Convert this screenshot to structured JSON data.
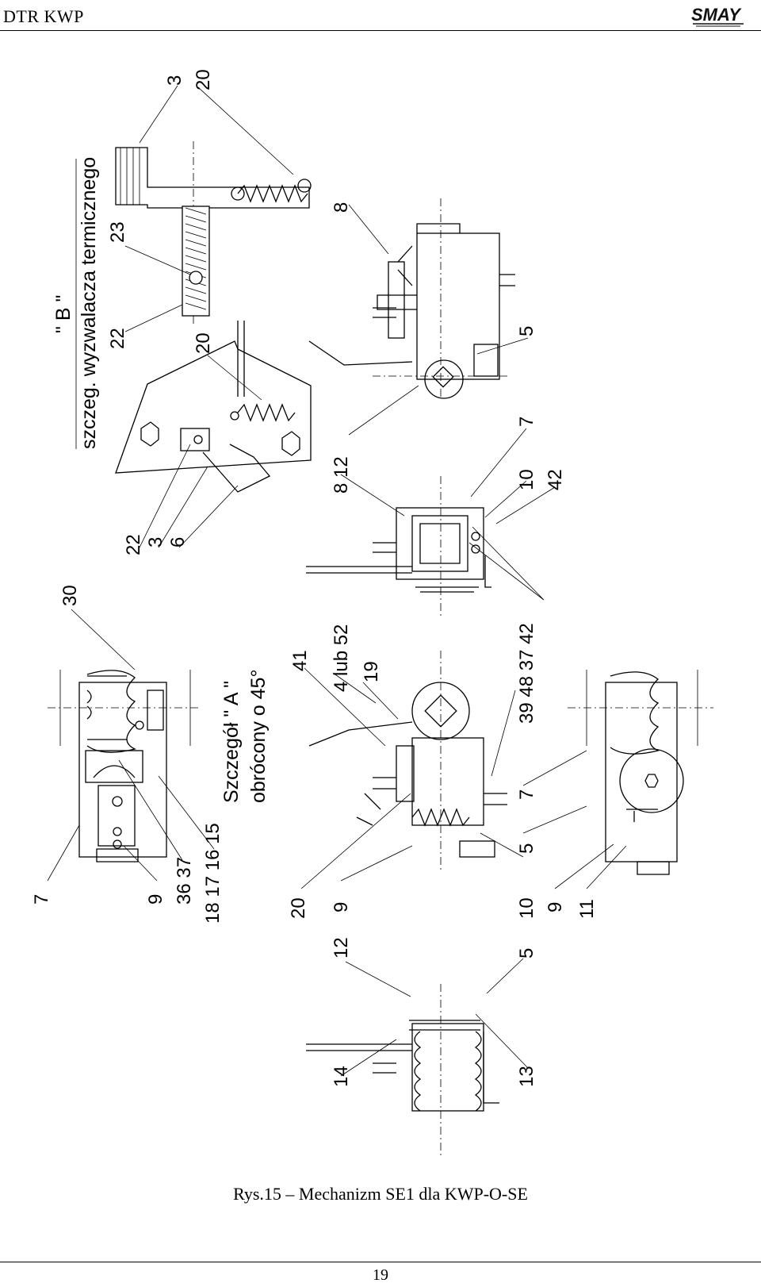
{
  "header": {
    "title": "DTR KWP",
    "logo": "SMAY"
  },
  "figure": {
    "view_b": {
      "title": "\" B \"",
      "subtitle": "szczeg. wyzwalacza termicznego"
    },
    "view_a": {
      "title": "Szczegół \" A \"",
      "subtitle": "obrócony o 45°"
    },
    "labels": {
      "l_3_top": "3",
      "l_20_top": "20",
      "l_23": "23",
      "l_22_b": "22",
      "l_20_b": "20",
      "l_22_left": "22",
      "l_3_left": "3",
      "l_6": "6",
      "l_30": "30",
      "l_8_top": "8",
      "l_5_top": "5",
      "l_8_12": "8  12",
      "l_7_mid": "7",
      "l_10_mid": "10",
      "l_42_mid": "42",
      "l_41": "41",
      "l_4lub52": "4 lub 52",
      "l_19": "19",
      "l_39_48_37_42": "39 48 37  42",
      "l_7_a": "7",
      "l_9_a": "9",
      "l_36_37": "36 37",
      "l_18_17_16_15": "18 17 16 15",
      "l_20_c": "20",
      "l_9_c": "9",
      "l_7_d": "7",
      "l_5_d": "5",
      "l_10_d": "10",
      "l_9_d": "9",
      "l_11": "11",
      "l_12_e": "12",
      "l_5_e": "5",
      "l_14": "14",
      "l_13": "13"
    },
    "caption": "Rys.15 – Mechanizm SE1 dla KWP-O-SE"
  },
  "footer": {
    "page_number": "19"
  }
}
